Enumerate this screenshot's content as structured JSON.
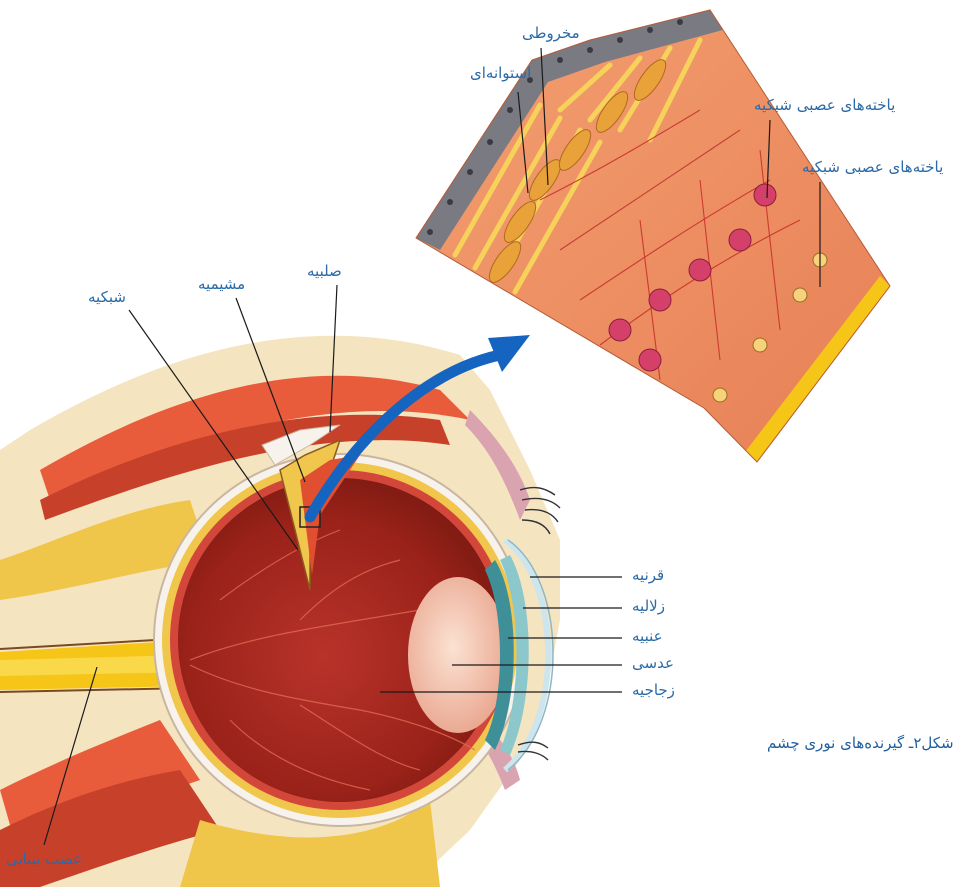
{
  "labels": {
    "cone": "مخروطی",
    "rod": "استوانه‌ای",
    "neuron_1": "یاخته‌های عصبی شبکیه",
    "neuron_2": "یاخته‌های عصبی شبکیه",
    "sclera": "صلبیه",
    "choroid": "مشیمیه",
    "retina": "شبکیه",
    "cornea": "قرنیه",
    "aqueous_humor": "زلالیه",
    "iris": "عنبیه",
    "lens": "عدسی",
    "vitreous_body": "زجاجیه",
    "optic_nerve": "عصب بینایی"
  },
  "caption": "شکل۲ـ گیرنده‌های نوری چشم",
  "colors": {
    "label_text": "#2a6aa8",
    "arrow": "#1565c0",
    "eyeball": "#c0392b",
    "retina_yellow": "#f5c518",
    "tissue_orange": "#f0a070"
  }
}
